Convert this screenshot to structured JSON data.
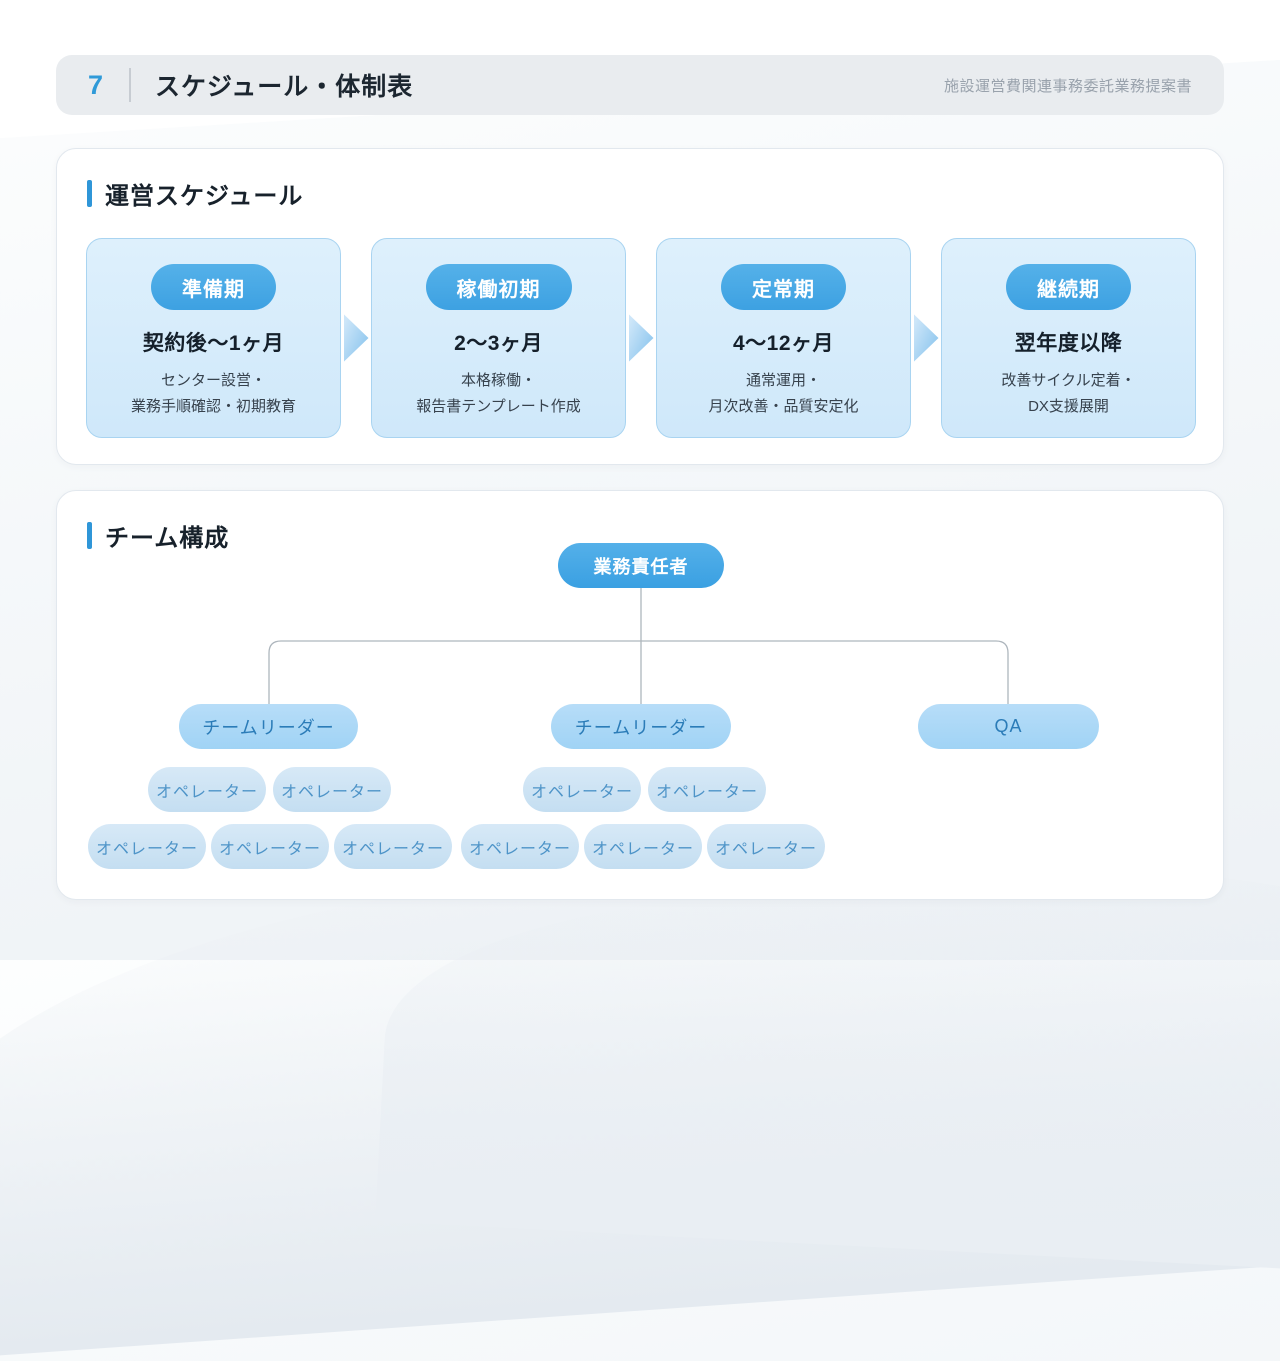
{
  "header": {
    "page_number": "7",
    "title": "スケジュール・体制表",
    "doc_title": "施設運営費関連事務委託業務提案書"
  },
  "schedule": {
    "section_title": "運営スケジュール",
    "phases": [
      {
        "badge": "準備期",
        "period": "契約後〜1ヶ月",
        "desc_line1": "センター設営・",
        "desc_line2": "業務手順確認・初期教育"
      },
      {
        "badge": "稼働初期",
        "period": "2〜3ヶ月",
        "desc_line1": "本格稼働・",
        "desc_line2": "報告書テンプレート作成"
      },
      {
        "badge": "定常期",
        "period": "4〜12ヶ月",
        "desc_line1": "通常運用・",
        "desc_line2": "月次改善・品質安定化"
      },
      {
        "badge": "継続期",
        "period": "翌年度以降",
        "desc_line1": "改善サイクル定着・",
        "desc_line2": "DX支援展開"
      }
    ]
  },
  "team": {
    "section_title": "チーム構成",
    "root_label": "業務責任者",
    "leader1_label": "チームリーダー",
    "leader2_label": "チームリーダー",
    "qa_label": "QA",
    "operator_label": "オペレーター"
  },
  "colors": {
    "accent_blue": "#2f96d8",
    "badge_blue": "#46a8e5",
    "card_bg": "#d6ecfb",
    "card_border": "#a9d4f1",
    "leader_pill": "#aad7f6",
    "operator_pill": "#cde3f4",
    "leader_text": "#2b7cb8",
    "operator_text": "#4e94c8",
    "header_bg": "#e9ecef",
    "connector_gray": "#aeb6bd"
  }
}
